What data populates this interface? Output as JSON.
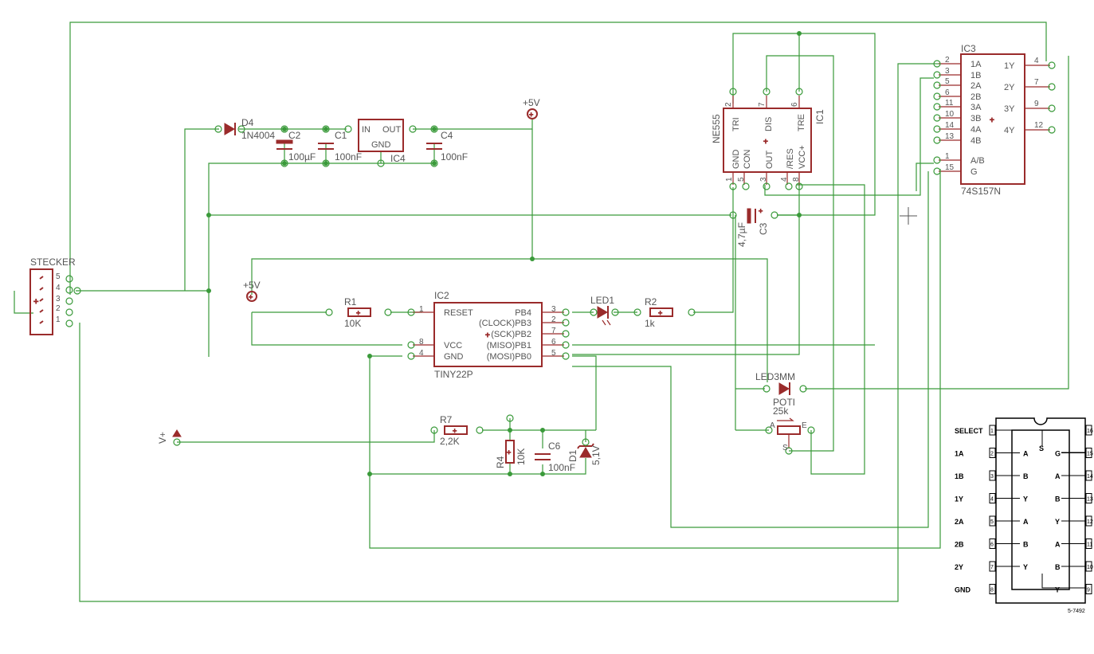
{
  "components": {
    "stecker": {
      "name": "STECKER",
      "value": "",
      "pins": [
        "5",
        "4",
        "3",
        "2",
        "1"
      ]
    },
    "d4": {
      "name": "D4",
      "value": "1N4004"
    },
    "c2": {
      "name": "C2",
      "value": "100µF"
    },
    "c1": {
      "name": "C1",
      "value": "100nF"
    },
    "ic4": {
      "name": "IC4",
      "pins": [
        "IN",
        "OUT",
        "GND"
      ]
    },
    "c4": {
      "name": "C4",
      "value": "100nF"
    },
    "supply_top": {
      "name": "+5V"
    },
    "supply_left": {
      "name": "+5V"
    },
    "vplus": {
      "name": "V+"
    },
    "ic1": {
      "name": "IC1",
      "value": "NE555",
      "top_pins": [
        {
          "num": "2",
          "label": "TRI"
        },
        {
          "num": "7",
          "label": "DIS"
        },
        {
          "num": "6",
          "label": "TRE"
        }
      ],
      "bottom_pins": [
        {
          "num": "1",
          "label": "GND"
        },
        {
          "num": "5",
          "label": "CON"
        },
        {
          "num": "3",
          "label": "OUT"
        },
        {
          "num": "4",
          "label": "/RES"
        },
        {
          "num": "8",
          "label": "VCC+"
        }
      ]
    },
    "ic3": {
      "name": "IC3",
      "value": "74S157N",
      "left_pins": [
        {
          "num": "2",
          "label": "1A"
        },
        {
          "num": "3",
          "label": "1B"
        },
        {
          "num": "5",
          "label": "2A"
        },
        {
          "num": "6",
          "label": "2B"
        },
        {
          "num": "11",
          "label": "3A"
        },
        {
          "num": "10",
          "label": "3B"
        },
        {
          "num": "14",
          "label": "4A"
        },
        {
          "num": "13",
          "label": "4B"
        },
        {
          "num": "1",
          "label": "A/B"
        },
        {
          "num": "15",
          "label": "G"
        }
      ],
      "right_pins": [
        {
          "num": "4",
          "label": "1Y"
        },
        {
          "num": "7",
          "label": "2Y"
        },
        {
          "num": "9",
          "label": "3Y"
        },
        {
          "num": "12",
          "label": "4Y"
        }
      ]
    },
    "c3": {
      "name": "C3",
      "value": "4,7µF"
    },
    "r1": {
      "name": "R1",
      "value": "10K"
    },
    "ic2": {
      "name": "IC2",
      "value": "TINY22P",
      "left_pins": [
        {
          "num": "1",
          "label": "RESET"
        },
        {
          "num": "8",
          "label": "VCC"
        },
        {
          "num": "4",
          "label": "GND"
        }
      ],
      "right_pins": [
        {
          "num": "3",
          "label": "PB4"
        },
        {
          "num": "2",
          "label": "(CLOCK)PB3"
        },
        {
          "num": "7",
          "label": "(SCK)PB2"
        },
        {
          "num": "6",
          "label": "(MISO)PB1"
        },
        {
          "num": "5",
          "label": "(MOSI)PB0"
        }
      ]
    },
    "led1": {
      "name": "LED1"
    },
    "r2": {
      "name": "R2",
      "value": "1k"
    },
    "led3mm": {
      "name": "LED3MM"
    },
    "poti": {
      "name": "POTI",
      "value": "25k",
      "pins": [
        "A",
        "E",
        "S"
      ]
    },
    "r7": {
      "name": "R7",
      "value": "2,2K"
    },
    "r4": {
      "name": "R4",
      "value": "10K"
    },
    "c6": {
      "name": "C6",
      "value": "100nF"
    },
    "d1": {
      "name": "D1",
      "value": "5,1V"
    }
  },
  "datasheet": {
    "left_labels": [
      "SELECT",
      "1A",
      "1B",
      "1Y",
      "2A",
      "2B",
      "2Y",
      "GND"
    ],
    "left_pins": [
      "1",
      "2",
      "3",
      "4",
      "5",
      "6",
      "7",
      "8"
    ],
    "right_pins": [
      "16",
      "15",
      "14",
      "13",
      "12",
      "11",
      "10",
      "9"
    ],
    "inner_left": [
      "S",
      "A",
      "B",
      "Y",
      "A",
      "B",
      "Y"
    ],
    "inner_right": [
      "G",
      "A",
      "B",
      "Y",
      "A",
      "B",
      "Y"
    ],
    "footer": "5-7492"
  },
  "colors": {
    "wire": "#3a9a3a",
    "part": "#9a2b2b",
    "label": "#555555"
  }
}
